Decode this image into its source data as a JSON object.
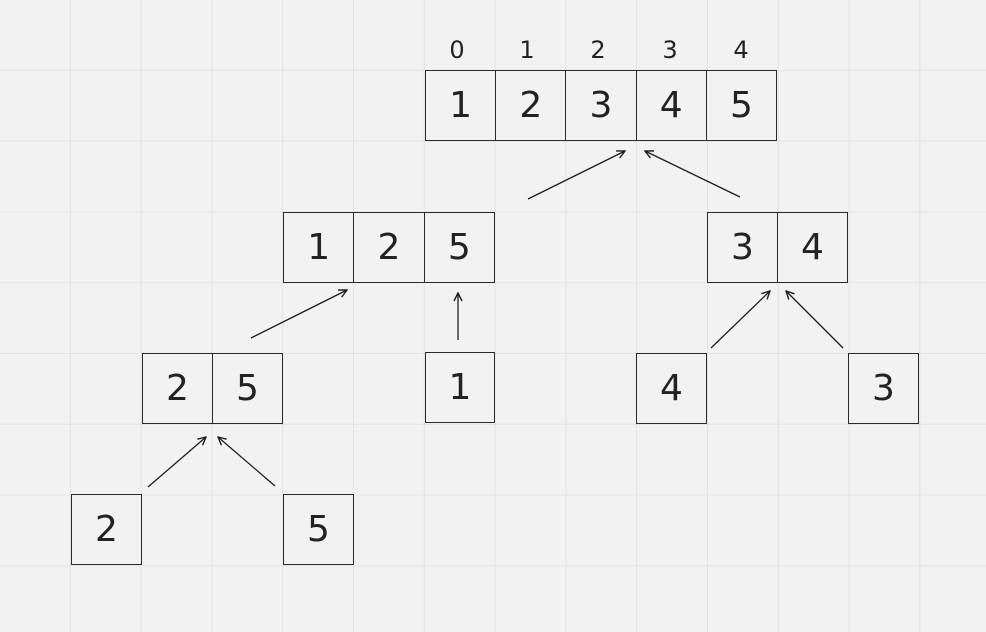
{
  "indices": [
    "0",
    "1",
    "2",
    "3",
    "4"
  ],
  "root": [
    "1",
    "2",
    "3",
    "4",
    "5"
  ],
  "left": [
    "1",
    "2",
    "5"
  ],
  "right": [
    "3",
    "4"
  ],
  "left_left": [
    "2",
    "5"
  ],
  "left_right": [
    "1"
  ],
  "right_left": [
    "4"
  ],
  "right_right": [
    "3"
  ],
  "leaf_a": [
    "2"
  ],
  "leaf_b": [
    "5"
  ]
}
